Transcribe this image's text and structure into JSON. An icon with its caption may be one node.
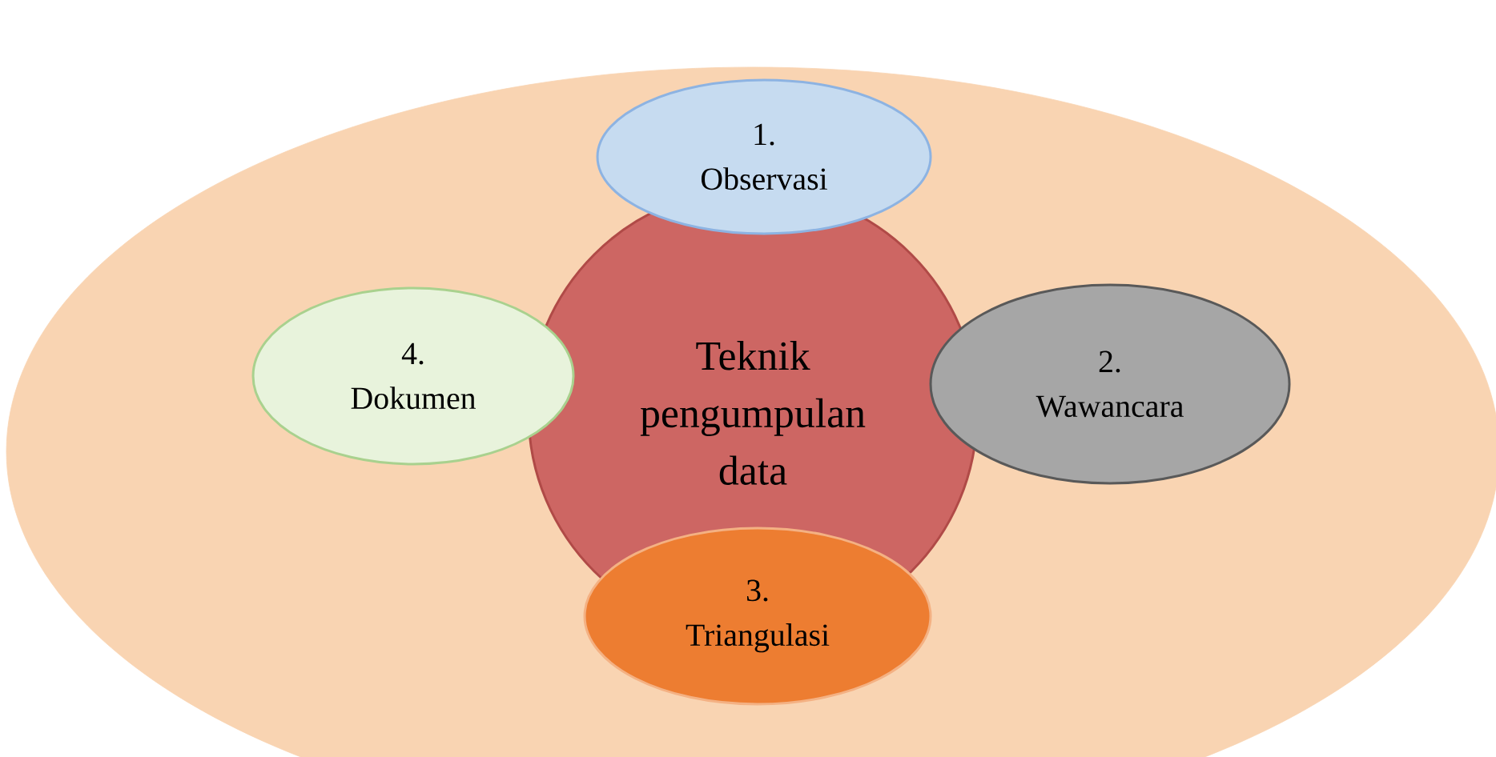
{
  "diagram": {
    "nodes": [
      {
        "text": [],
        "shape": "ellipse"
      },
      {
        "text": [
          "Teknik pengumpulan data"
        ],
        "in": 0
      },
      {
        "text": [
          "1. Observasi"
        ],
        "in": 0
      },
      {
        "text": [
          "2. Wawancara"
        ],
        "in": 0
      },
      {
        "text": [
          "3. Triangulasi"
        ],
        "in": 0
      },
      {
        "text": [
          "4. Dokumen"
        ],
        "in": 0
      }
    ]
  }
}
